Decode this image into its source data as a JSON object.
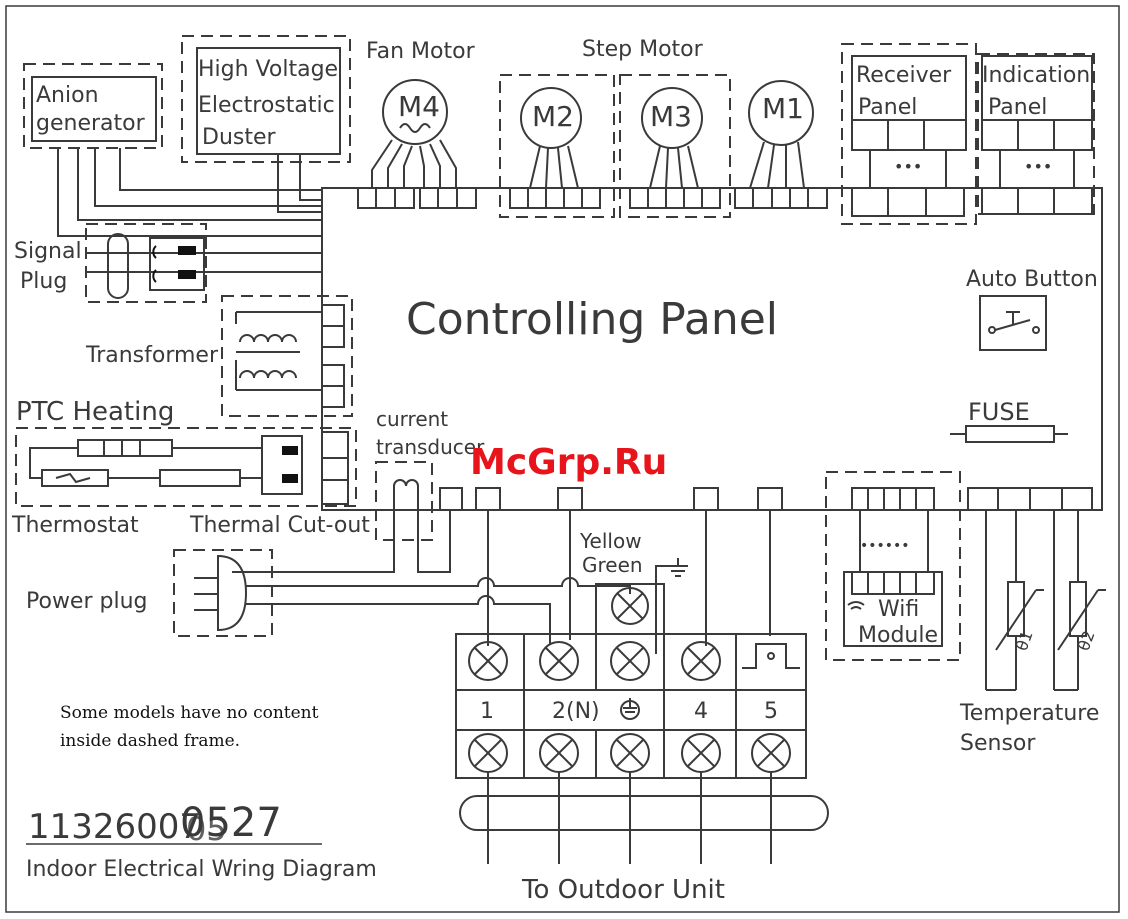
{
  "labels": {
    "fan_motor": "Fan Motor",
    "step_motor": "Step Motor",
    "m4": "M4",
    "m2": "M2",
    "m3": "M3",
    "m1": "M1",
    "anion_1": "Anion",
    "anion_2": "generator",
    "hv_1": "High Voltage",
    "hv_2": "Electrostatic",
    "hv_3": "Duster",
    "receiver_1": "Receiver",
    "receiver_2": "Panel",
    "indication_1": "Indication",
    "indication_2": "Panel",
    "dots": "•••",
    "signal_1": "Signal",
    "signal_2": "Plug",
    "controlling_panel": "Controlling Panel",
    "auto_button": "Auto Button",
    "transformer": "Transformer",
    "ptc_heating": "PTC Heating",
    "current_1": "current",
    "current_2": "transducer",
    "fuse": "FUSE",
    "thermostat": "Thermostat",
    "thermal_cutout": "Thermal Cut-out",
    "yellow": "Yellow",
    "green": "Green",
    "power_plug": "Power plug",
    "wifi_dots": "••••••",
    "wifi_1": "Wifi",
    "wifi_2": "Module",
    "theta1": "θ1",
    "theta2": "θ2",
    "temp_1": "Temperature",
    "temp_2": "Sensor",
    "term_1": "1",
    "term_2": "2(N)",
    "term_4": "4",
    "term_5": "5",
    "note_1": "Some models have no content",
    "note_2": "inside dashed frame.",
    "code_a": "11326007",
    "code_b": "0527",
    "code_overlay": "05",
    "diagram_title": "Indoor Electrical Wring Diagram",
    "outdoor": "To Outdoor Unit",
    "watermark": "McGrp.Ru"
  },
  "colors": {
    "line": "#3a3a3a",
    "watermark": "#e8141c"
  }
}
